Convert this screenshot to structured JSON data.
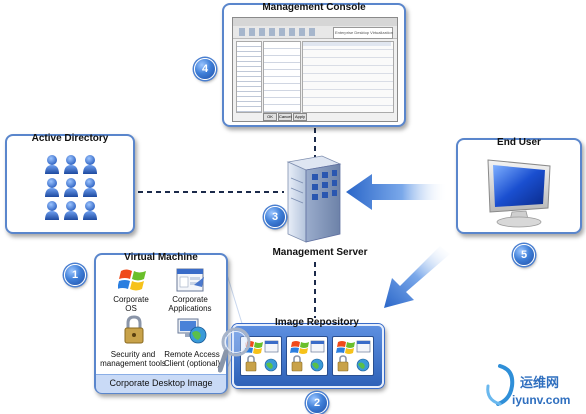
{
  "nodes": {
    "management_console": {
      "title": "Management Console",
      "badge": "4",
      "window_title": "Enterprise Desktop Virtualization",
      "buttons": [
        "OK",
        "Cancel",
        "Apply"
      ]
    },
    "active_directory": {
      "title": "Active Directory"
    },
    "end_user": {
      "title": "End User",
      "badge": "5"
    },
    "management_server": {
      "title": "Management Server",
      "badge": "3"
    },
    "virtual_machine": {
      "title": "Virtual Machine",
      "badge": "1",
      "items": [
        {
          "label": "Corporate\nOS",
          "icon": "windows-logo-icon"
        },
        {
          "label": "Corporate\nApplications",
          "icon": "applications-icon"
        },
        {
          "label": "Security and\nmanagement tools",
          "icon": "padlock-icon"
        },
        {
          "label": "Remote Access\nClient (optional)",
          "icon": "globe-network-icon"
        }
      ],
      "footer": "Corporate Desktop Image"
    },
    "image_repository": {
      "title": "Image Repository",
      "badge": "2"
    }
  },
  "watermark": {
    "text_cn": "运维网",
    "text_url": "iyunv.com"
  },
  "colors": {
    "panel_border": "#5a86cc",
    "arrow": "#3a78d4",
    "badge": "#3f7fd8",
    "repo_bg": "#3c6fc4"
  }
}
